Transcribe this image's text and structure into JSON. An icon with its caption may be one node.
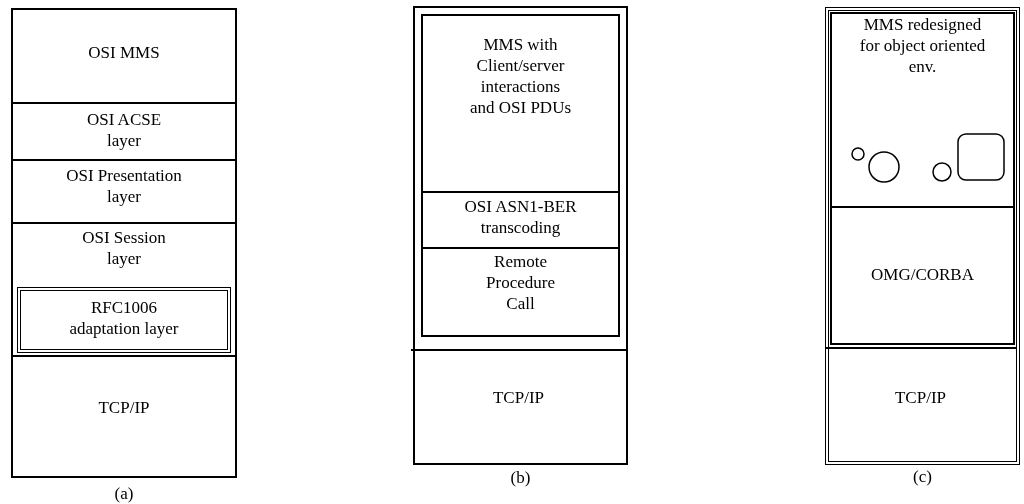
{
  "diagram": {
    "nodes": [
      {
        "text": [],
        "shape": "box",
        "beside": [
          "(a)"
        ]
      },
      {
        "text": [
          "OSI MMS"
        ],
        "in": 0
      },
      {
        "text": [
          "OSI ACSE layer"
        ],
        "in": 0
      },
      {
        "text": [
          "OSI Presentation layer"
        ],
        "in": 0
      },
      {
        "text": [
          "OSI Session layer"
        ],
        "in": 0
      },
      {
        "text": [
          "RFC1006 adaptation layer"
        ],
        "in": 0
      },
      {
        "text": [
          "TCP/IP"
        ],
        "in": 0
      },
      {
        "text": [],
        "shape": "box",
        "beside": [
          "(b)"
        ]
      },
      {
        "text": [],
        "shape": "box",
        "in": 7
      },
      {
        "text": [
          "MMS with Client/server interactions and OSI PDUs"
        ],
        "in": 8
      },
      {
        "text": [
          "OSI ASN1-BER transcoding"
        ],
        "in": 8
      },
      {
        "text": [
          "Remote Procedure Call"
        ],
        "in": 8
      },
      {
        "text": [
          "TCP/IP"
        ],
        "in": 7
      },
      {
        "text": [],
        "shape": "box",
        "beside": [
          "(c)"
        ]
      },
      {
        "text": [],
        "shape": "box",
        "in": 13
      },
      {
        "text": [
          "MMS redesigned for object oriented env."
        ],
        "in": 14
      },
      {
        "text": [
          "OMG/CORBA"
        ],
        "in": 14
      },
      {
        "text": [
          "TCP/IP"
        ],
        "in": 13
      }
    ]
  }
}
